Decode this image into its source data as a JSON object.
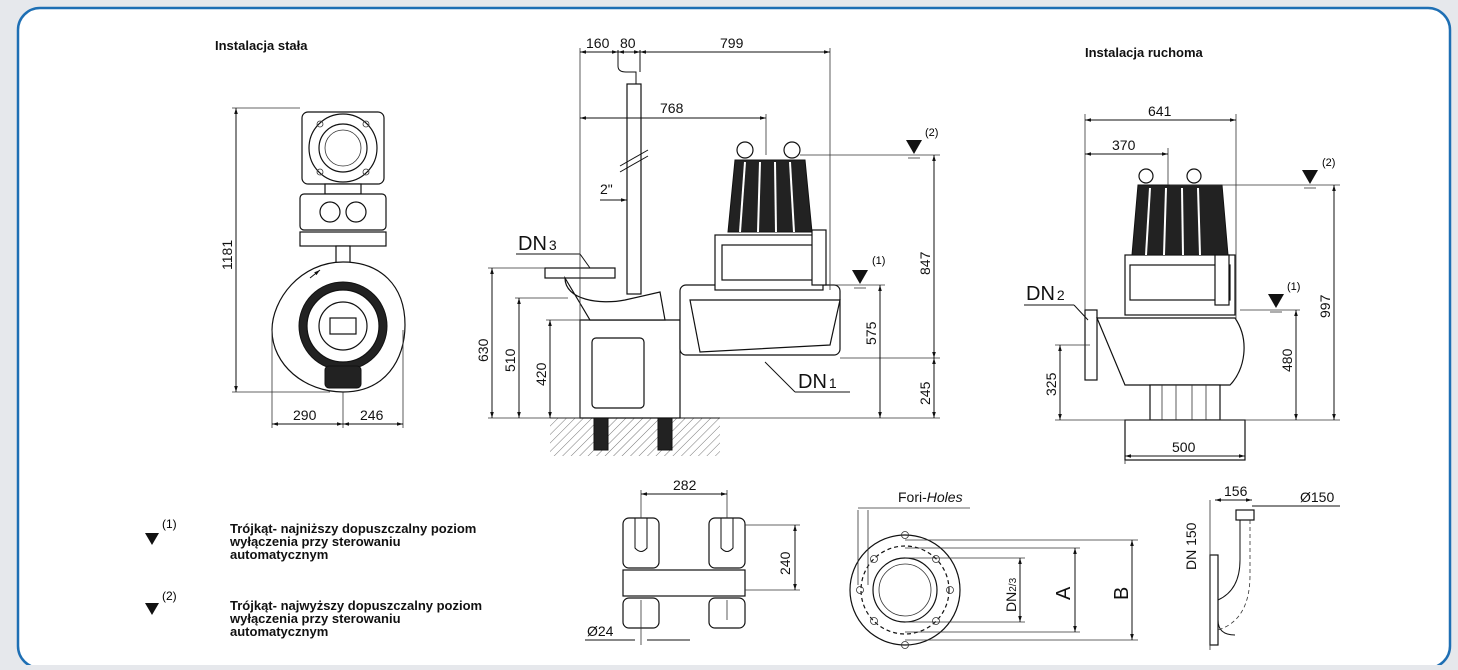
{
  "titles": {
    "fixed": "Instalacja stała",
    "mobile": "Instalacja ruchoma"
  },
  "fixed_view": {
    "height": "1181",
    "left": "290",
    "right": "246"
  },
  "side_view": {
    "top1": "160",
    "top2": "80",
    "top3": "799",
    "mid": "768",
    "pipe": "2\"",
    "dn3": "DN",
    "dn3_sub": "3",
    "dn1": "DN",
    "dn1_sub": "1",
    "h630": "630",
    "h510": "510",
    "h420": "420",
    "h847": "847",
    "h575": "575",
    "h245": "245",
    "mark1": "(1)",
    "mark2": "(2)"
  },
  "mobile_view": {
    "w641": "641",
    "w370": "370",
    "w500": "500",
    "dn2": "DN",
    "dn2_sub": "2",
    "h997": "997",
    "h480": "480",
    "h325": "325",
    "mark1": "(1)",
    "mark2": "(2)"
  },
  "foot_view": {
    "w282": "282",
    "h240": "240",
    "d24": "Ø24"
  },
  "flange_view": {
    "holes_prefix": "Fori-",
    "holes_italic": "Holes",
    "dn": "DN",
    "dn_sub": "2/3",
    "a": "A",
    "b": "B"
  },
  "elbow_view": {
    "w156": "156",
    "d150": "Ø150",
    "dn150": "DN 150"
  },
  "legend": [
    {
      "mark": "(1)",
      "lines": [
        "Trójkąt- najniższy dopuszczalny poziom",
        "wyłączenia  przy sterowaniu",
        "automatycznym"
      ]
    },
    {
      "mark": "(2)",
      "lines": [
        "Trójkąt- najwyższy dopuszczalny poziom",
        "wyłączenia  przy sterowaniu",
        "automatycznym"
      ]
    }
  ],
  "colors": {
    "border": "#1e6fb4",
    "background": "#ffffff",
    "outer": "#e6e8ec"
  }
}
